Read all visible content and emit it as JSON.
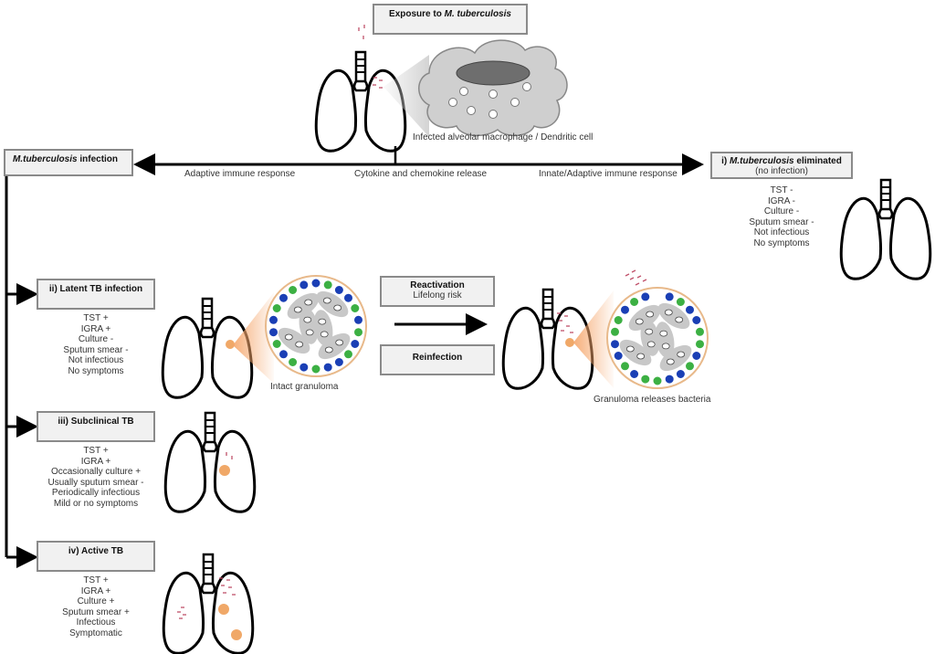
{
  "exposure": {
    "prefix": "Exposure to ",
    "italic": "M. tuberculosis"
  },
  "macrophage_label": "Infected alveolar macrophage / Dendritic cell",
  "arrows": {
    "adaptive": "Adaptive immune response",
    "cytokine": "Cytokine and chemokine release",
    "innate": "Innate/Adaptive immune response"
  },
  "infection_box": {
    "italic": "M.tuberculosis",
    "suffix": " infection"
  },
  "eliminated": {
    "prefix": "i) ",
    "italic": "M.tuberculosis",
    "suffix": " eliminated",
    "subtitle": "(no infection)",
    "tests": [
      "TST -",
      "IGRA -",
      "Culture -",
      "Sputum smear -",
      "Not infectious",
      "No symptoms"
    ]
  },
  "latent": {
    "title": "ii) Latent TB infection",
    "tests": [
      "TST +",
      "IGRA +",
      "Culture -",
      "Sputum smear -",
      "Not infectious",
      "No symptoms"
    ]
  },
  "subclinical": {
    "title": "iii) Subclinical TB",
    "tests": [
      "TST +",
      "IGRA +",
      "Occasionally culture +",
      "Usually sputum smear -",
      "Periodically infectious",
      "Mild or no symptoms"
    ]
  },
  "active": {
    "title": "iv) Active TB",
    "tests": [
      "TST +",
      "IGRA +",
      "Culture +",
      "Sputum smear +",
      "Infectious",
      "Symptomatic"
    ]
  },
  "reactivation": {
    "title": "Reactivation",
    "subtitle": "Lifelong risk"
  },
  "reinfection": {
    "title": "Reinfection"
  },
  "granuloma_labels": {
    "intact": "Intact granuloma",
    "releases": "Granuloma releases bacteria"
  },
  "colors": {
    "box_fill": "#f1f1f1",
    "box_border": "#8a8a8a",
    "lesion": "#f0a868",
    "bacteria": "#c0506a",
    "blue_cell": "#1a3fb5",
    "green_cell": "#3cb043",
    "granuloma_rim": "#e8b98a",
    "macrophage": "#c8c8c8"
  }
}
